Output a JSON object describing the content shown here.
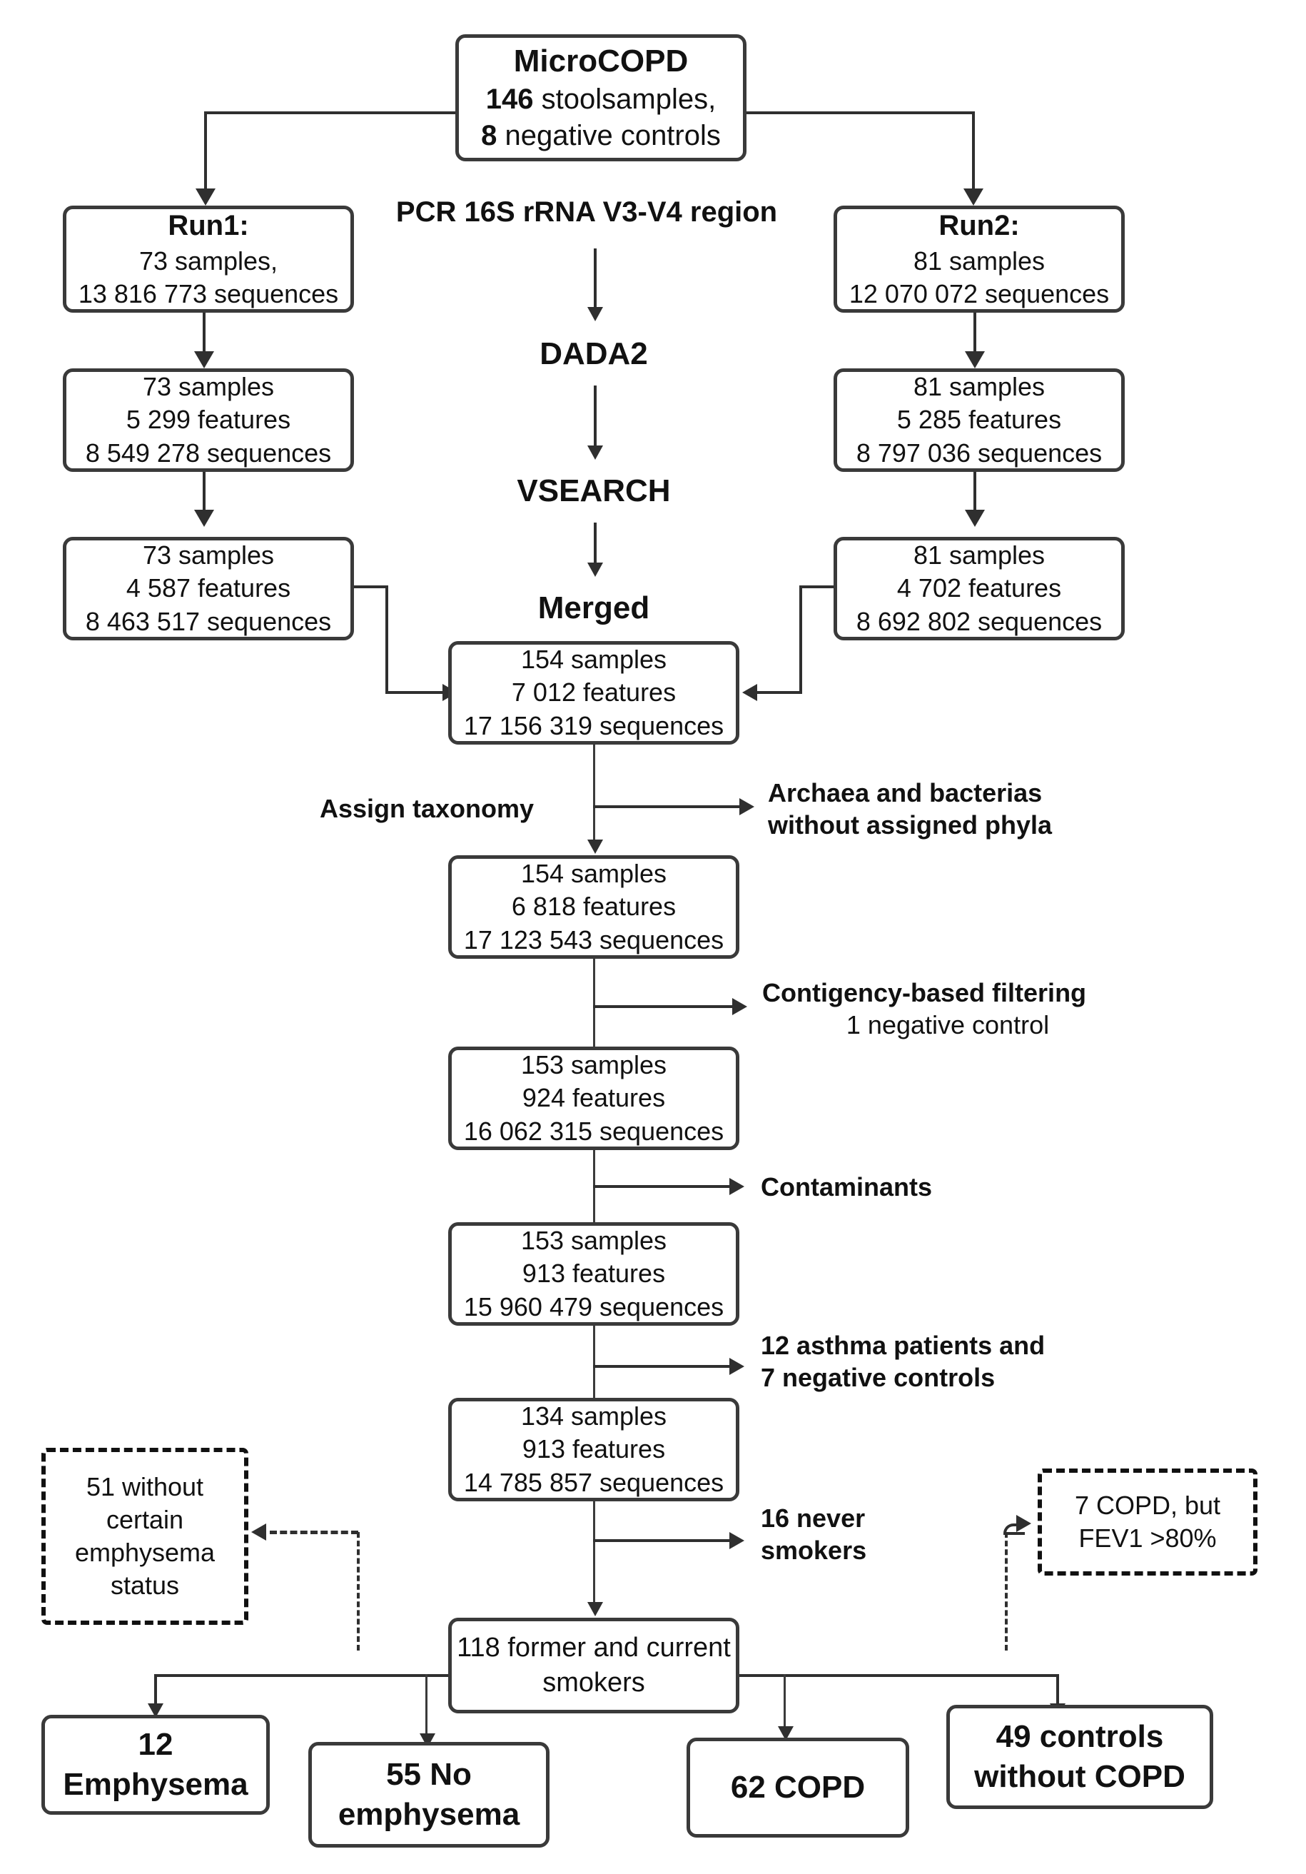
{
  "figure": {
    "type": "flowchart",
    "title": "MicroCOPD stool sample 16S rRNA processing flowchart"
  },
  "nodes": {
    "root": {
      "line1": "MicroCOPD",
      "line2_bold": "146",
      "line2_rest": " stoolsamples,",
      "line3_bold": "8",
      "line3_rest": " negative controls"
    },
    "run1": {
      "title": "Run1:",
      "line2": "73 samples,",
      "line3": "13 816 773 sequences"
    },
    "run2": {
      "title": "Run2:",
      "line2": "81 samples",
      "line3": "12 070 072 sequences"
    },
    "run1_dada2": {
      "line1": "73 samples",
      "line2": "5 299 features",
      "line3": "8 549 278 sequences"
    },
    "run2_dada2": {
      "line1": "81 samples",
      "line2": "5 285 features",
      "line3": "8 797 036 sequences"
    },
    "run1_vsearch": {
      "line1": "73 samples",
      "line2": "4 587 features",
      "line3": "8 463 517 sequences"
    },
    "run2_vsearch": {
      "line1": "81 samples",
      "line2": "4 702 features",
      "line3": "8 692 802 sequences"
    },
    "merged": {
      "line1": "154 samples",
      "line2": "7 012 features",
      "line3": "17 156 319 sequences"
    },
    "after_taxonomy": {
      "line1": "154 samples",
      "line2": "6 818 features",
      "line3": "17 123 543 sequences"
    },
    "after_contingency": {
      "line1": "153 samples",
      "line2": "924 features",
      "line3": "16 062 315 sequences"
    },
    "after_contaminants": {
      "line1": "153 samples",
      "line2": "913 features",
      "line3": "15 960 479 sequences"
    },
    "after_asthma": {
      "line1": "134 samples",
      "line2": "913 features",
      "line3": "14 785 857 sequences"
    },
    "smokers": {
      "line1": "118 former and current",
      "line2": "smokers"
    },
    "excluded_emphysema_status": {
      "line1": "51 without",
      "line2": "certain",
      "line3": "emphysema",
      "line4": "status"
    },
    "excluded_fev1": {
      "line1": "7 COPD, but",
      "line2": "FEV1 >80%"
    },
    "out_emphysema": {
      "line1": "12",
      "line2": "Emphysema"
    },
    "out_no_emphysema": {
      "line1": "55 No",
      "line2": "emphysema"
    },
    "out_copd": {
      "line1": "62 COPD"
    },
    "out_controls": {
      "line1": "49 controls",
      "line2": "without COPD"
    }
  },
  "process_labels": {
    "pcr": "PCR 16S rRNA V3-V4 region",
    "dada2": "DADA2",
    "vsearch": "VSEARCH",
    "merged": "Merged",
    "assign_taxonomy": "Assign taxonomy"
  },
  "exclusion_labels": {
    "archaea_line1": "Archaea and  bacterias",
    "archaea_line2": "without assigned phyla",
    "contingency_line1": "Contigency-based filtering",
    "contingency_line2": "1 negative control",
    "contaminants": "Contaminants",
    "asthma_line1": "12 asthma patients and",
    "asthma_line2": "7 negative controls",
    "never_smokers_line1": "16 never",
    "never_smokers_line2": "smokers"
  },
  "colors": {
    "box_border": "#3a3a3a",
    "connector": "#2f2f2f",
    "text": "#111111",
    "background": "#ffffff"
  }
}
